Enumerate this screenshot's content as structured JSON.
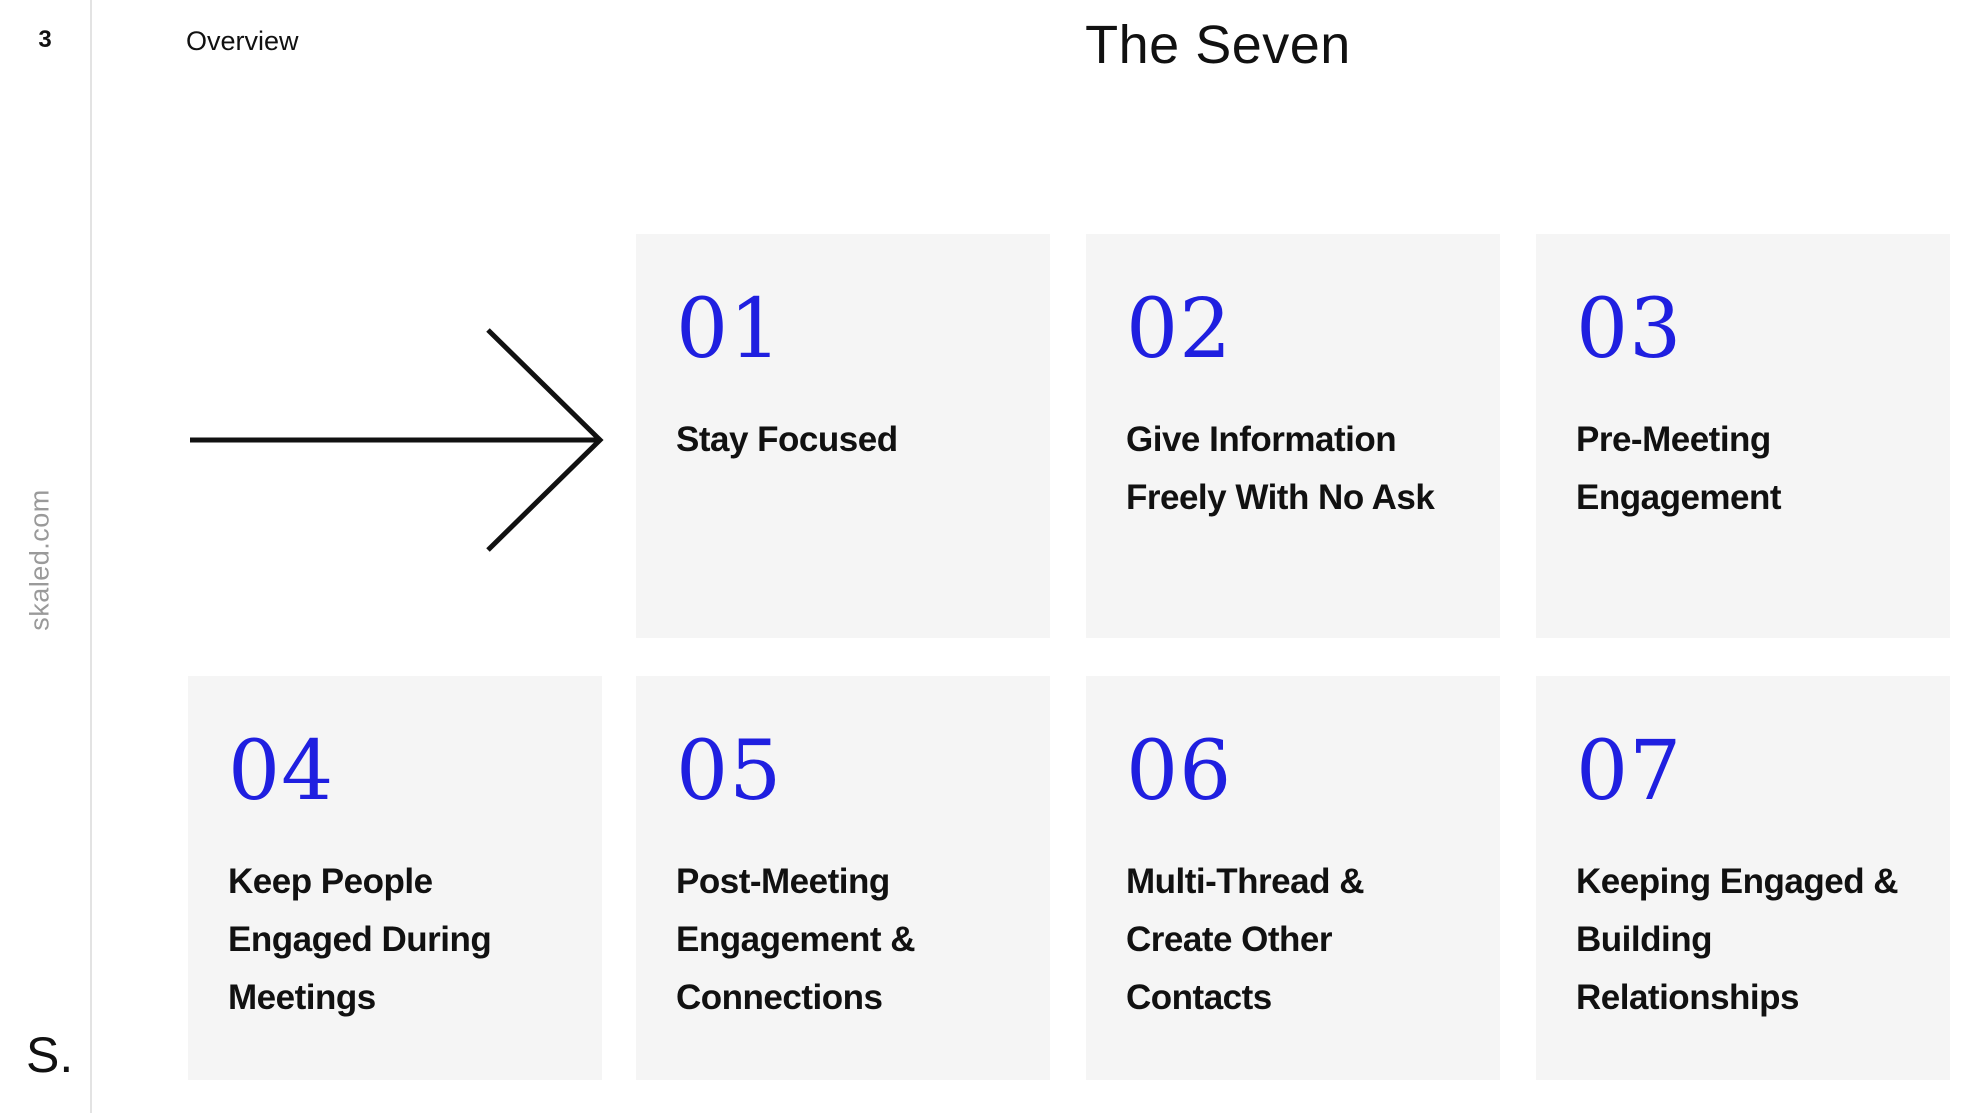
{
  "rail": {
    "page_number": "3",
    "site_url": "skaled.com",
    "logo_text": "S."
  },
  "header": {
    "section_label": "Overview",
    "title": "The Seven"
  },
  "cards": [
    {
      "number": "01",
      "text": "Stay Focused"
    },
    {
      "number": "02",
      "text": "Give Information Freely With No Ask"
    },
    {
      "number": "03",
      "text": "Pre-Meeting Engagement"
    },
    {
      "number": "04",
      "text": "Keep People Engaged During Meetings"
    },
    {
      "number": "05",
      "text": "Post-Meeting Engagement & Connections"
    },
    {
      "number": "06",
      "text": "Multi-Thread & Create Other Contacts"
    },
    {
      "number": "07",
      "text": "Keeping Engaged & Building Relationships"
    }
  ],
  "colors": {
    "accent": "#1f1fe0",
    "card_background": "#f5f5f5",
    "text": "#111111",
    "muted": "#9a9a9a"
  },
  "icons": {
    "arrow": "arrow-right-icon"
  }
}
